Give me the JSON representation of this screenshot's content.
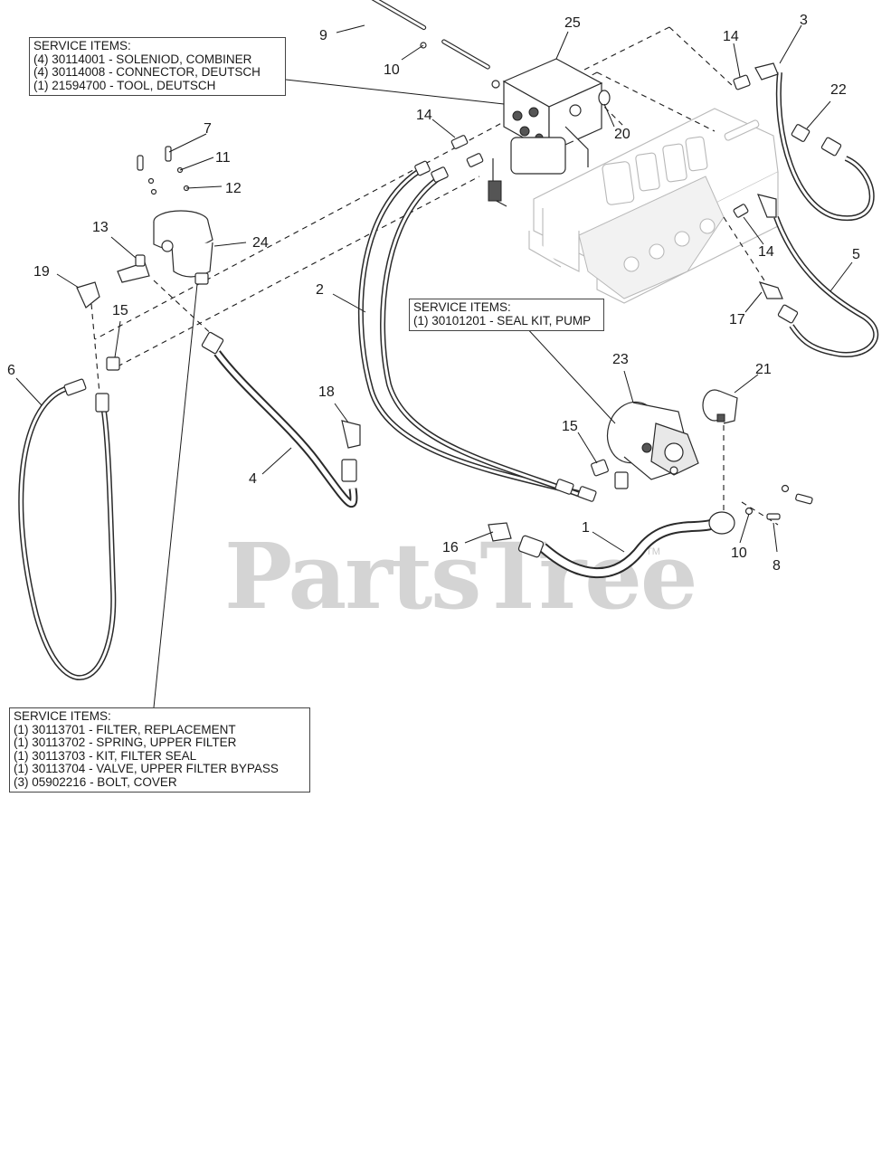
{
  "watermark": {
    "text": "PartsTree",
    "tm": "TM"
  },
  "service_boxes": {
    "solenoid": {
      "header": "SERVICE ITEMS:",
      "items": [
        "(4) 30114001 - SOLENIOD, COMBINER",
        "(4) 30114008 - CONNECTOR, DEUTSCH",
        "(1) 21594700 - TOOL, DEUTSCH"
      ]
    },
    "pump": {
      "header": "SERVICE ITEMS:",
      "items": [
        "(1) 30101201 - SEAL KIT, PUMP"
      ]
    },
    "filter": {
      "header": "SERVICE ITEMS:",
      "items": [
        "(1) 30113701 - FILTER, REPLACEMENT",
        "(1) 30113702 - SPRING, UPPER FILTER",
        "(1) 30113703 - KIT, FILTER SEAL",
        "(1) 30113704 - VALVE, UPPER FILTER BYPASS",
        "(3) 05902216 - BOLT, COVER"
      ]
    }
  },
  "callouts": {
    "c1": "1",
    "c2": "2",
    "c3": "3",
    "c4": "4",
    "c5": "5",
    "c6": "6",
    "c7": "7",
    "c8": "8",
    "c9": "9",
    "c10a": "10",
    "c10b": "10",
    "c11": "11",
    "c12": "12",
    "c13": "13",
    "c14a": "14",
    "c14b": "14",
    "c14c": "14",
    "c15a": "15",
    "c15b": "15",
    "c16": "16",
    "c17": "17",
    "c18": "18",
    "c19": "19",
    "c20": "20",
    "c21": "21",
    "c22": "22",
    "c23": "23",
    "c24": "24",
    "c25": "25"
  }
}
